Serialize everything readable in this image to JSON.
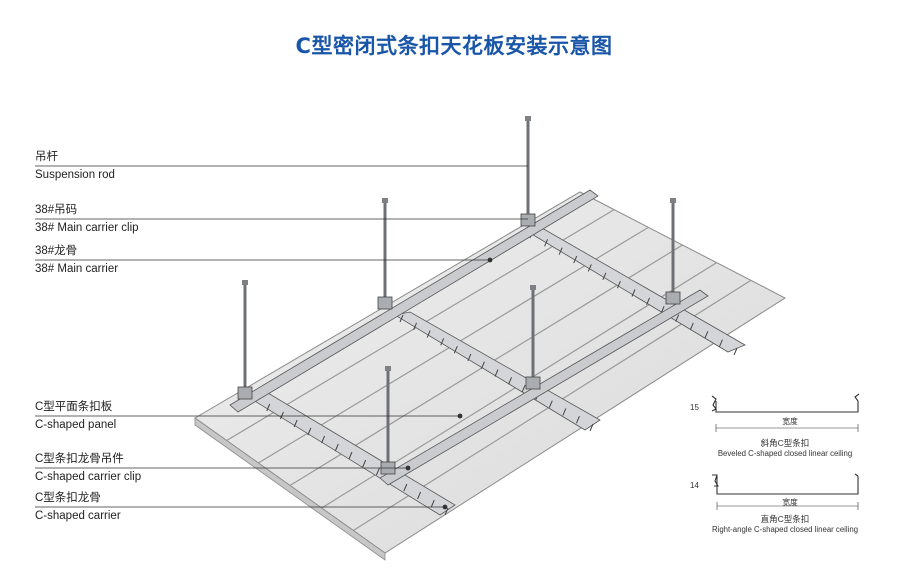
{
  "title": "C型密闭式条扣天花板安装示意图",
  "callouts": [
    {
      "zh": "吊杆",
      "en": "Suspension rod"
    },
    {
      "zh": "38#吊码",
      "en": "38# Main carrier clip"
    },
    {
      "zh": "38#龙骨",
      "en": "38# Main carrier"
    },
    {
      "zh": "C型平面条扣板",
      "en": "C-shaped panel"
    },
    {
      "zh": "C型条扣龙骨吊件",
      "en": "C-shaped carrier clip"
    },
    {
      "zh": "C型条扣龙骨",
      "en": "C-shaped carrier"
    }
  ],
  "profiles": [
    {
      "height": "15",
      "width": "宽度",
      "name_zh": "斜角C型条扣",
      "name_en": "Beveled C-shaped closed linear ceiling"
    },
    {
      "height": "14",
      "width": "宽度",
      "name_zh": "直角C型条扣",
      "name_en": "Right-angle C-shaped closed linear ceiling"
    }
  ],
  "colors": {
    "title": "#1a56a8",
    "panel": "#e6e6e6",
    "panel_dark": "#bfc1c4",
    "steel": "#7d8085",
    "line": "#444444"
  }
}
